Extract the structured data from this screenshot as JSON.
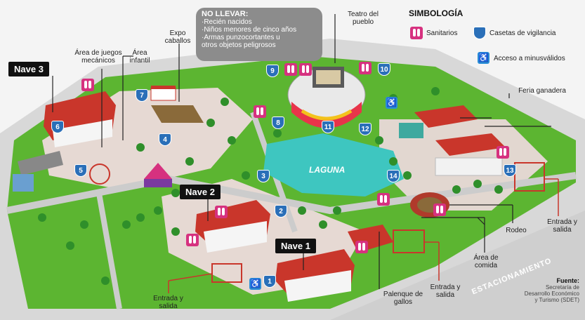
{
  "warning": {
    "title": "NO LLEVAR:",
    "items": [
      "·Recién nacidos",
      "·Niños menores de cinco años",
      "·Armas punzocortantes u",
      "otros objetos peligrosos"
    ]
  },
  "legend": {
    "title": "SIMBOLOGÍA",
    "restrooms": "Sanitarios",
    "security": "Casetas de vigilancia",
    "accessible": "Acceso a minusválidos"
  },
  "labels": {
    "teatro": "Teatro del pueblo",
    "expo": "Expo caballos",
    "juegos": "Área de juegos mecánicos",
    "infantil": "Área infantil",
    "feria_ganadera": "Feria ganadera",
    "laguna": "LAGUNA",
    "rodeo": "Rodeo",
    "comida": "Área de comida",
    "palenque": "Palenque de gallos",
    "entrada_centro": "Entrada y salida",
    "entrada_izq": "Entrada y salida",
    "entrada_der": "Entrada y salida",
    "estacionamiento": "ESTACIONAMIENTO"
  },
  "naves": {
    "n1": "Nave 1",
    "n2": "Nave 2",
    "n3": "Nave 3"
  },
  "booths": [
    "1",
    "2",
    "3",
    "4",
    "5",
    "6",
    "7",
    "8",
    "9",
    "10",
    "11",
    "12",
    "13",
    "14"
  ],
  "source": {
    "title": "Fuente:",
    "text": "Secretaría de Desarrollo Económico y Turismo (SDET)"
  },
  "colors": {
    "green": "#5cb531",
    "pink": "#d6317f",
    "blue": "#2a6fb8",
    "red": "#c9362b",
    "water": "#3ec6c0"
  }
}
